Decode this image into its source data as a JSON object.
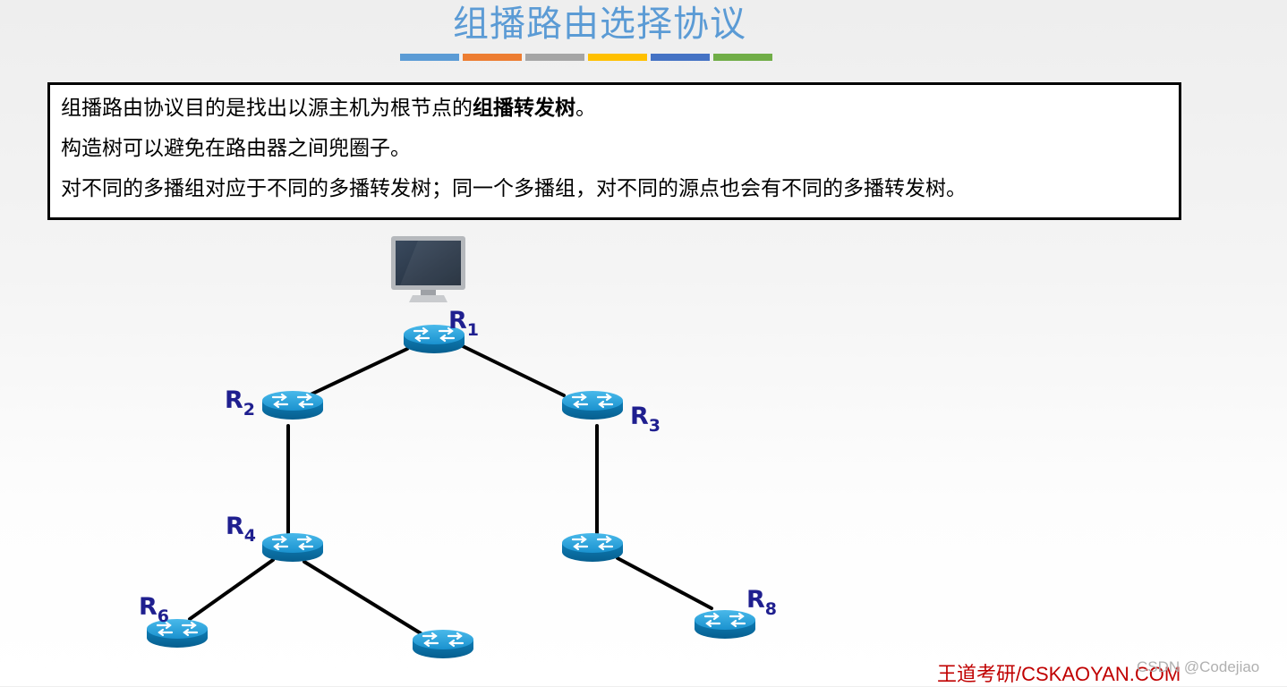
{
  "title": "组播路由选择协议",
  "stripe_colors": [
    "#5b9bd5",
    "#ed7d31",
    "#a5a5a5",
    "#ffc000",
    "#4472c4",
    "#70ad47"
  ],
  "text": {
    "line1_pre": "组播路由协议目的是找出以源主机为根节点的",
    "line1_bold": "组播转发树",
    "line1_post": "。",
    "line2": "构造树可以避免在路由器之间兜圈子。",
    "line3": "对不同的多播组对应于不同的多播转发树；同一个多播组，对不同的源点也会有不同的多播转发树。"
  },
  "routers": [
    {
      "id": "r1",
      "label": "R",
      "sub": "1"
    },
    {
      "id": "r2",
      "label": "R",
      "sub": "2"
    },
    {
      "id": "r3",
      "label": "R",
      "sub": "3"
    },
    {
      "id": "r4",
      "label": "R",
      "sub": "4"
    },
    {
      "id": "r5",
      "label": "",
      "sub": ""
    },
    {
      "id": "r6",
      "label": "R",
      "sub": "6"
    },
    {
      "id": "r7",
      "label": "",
      "sub": ""
    },
    {
      "id": "r8",
      "label": "R",
      "sub": "8"
    }
  ],
  "links": [
    [
      "r1",
      "r2"
    ],
    [
      "r1",
      "r3"
    ],
    [
      "r2",
      "r4"
    ],
    [
      "r3",
      "r5"
    ],
    [
      "r4",
      "r6"
    ],
    [
      "r4",
      "r7"
    ],
    [
      "r5",
      "r8"
    ]
  ],
  "source_host": "monitor-icon",
  "footer": "王道考研/CSKAOYAN.COM",
  "watermark": "CSDN @Codejiao"
}
